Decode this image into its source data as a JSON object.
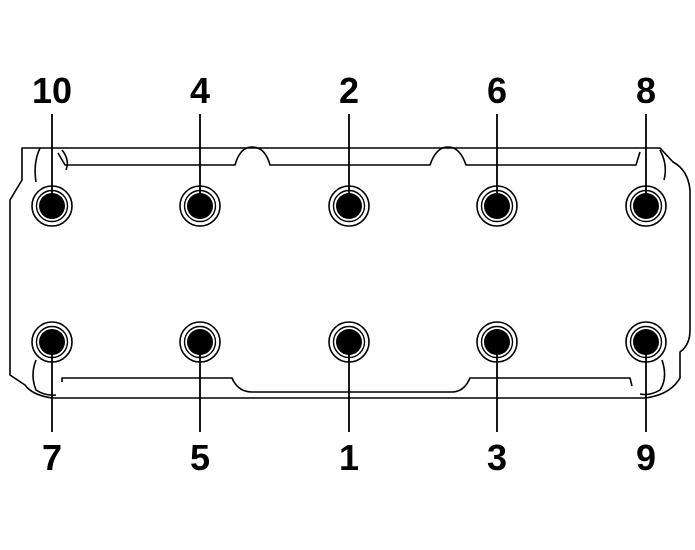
{
  "colors": {
    "ink": "#000000",
    "paper": "#ffffff"
  },
  "bolts_top": [
    {
      "label": "10"
    },
    {
      "label": "4"
    },
    {
      "label": "2"
    },
    {
      "label": "6"
    },
    {
      "label": "8"
    }
  ],
  "bolts_bottom": [
    {
      "label": "7"
    },
    {
      "label": "5"
    },
    {
      "label": "1"
    },
    {
      "label": "3"
    },
    {
      "label": "9"
    }
  ]
}
